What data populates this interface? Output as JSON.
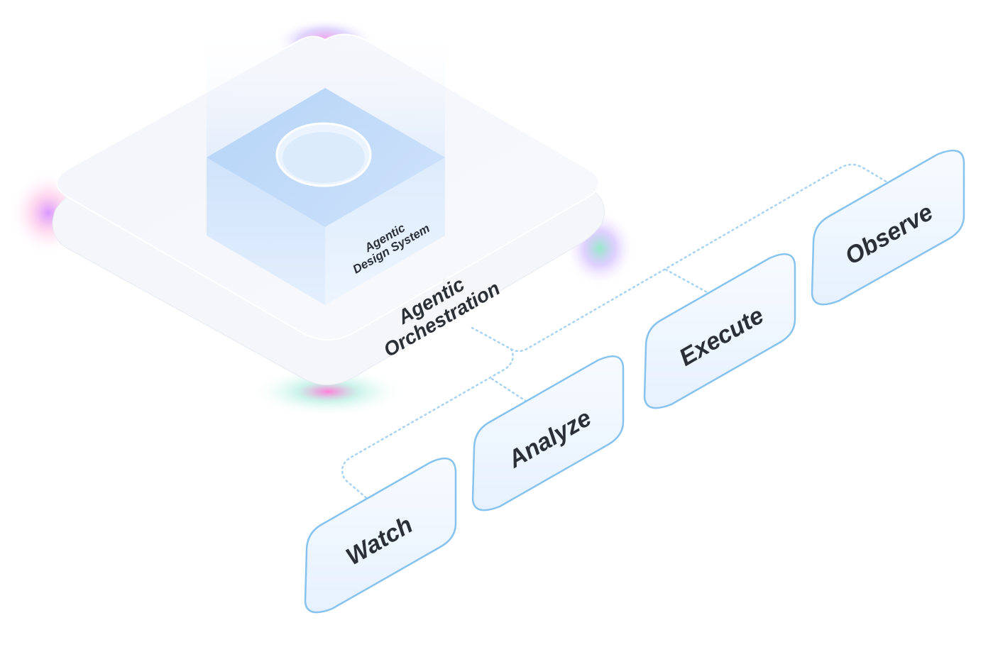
{
  "platform": {
    "label_line1": "Agentic",
    "label_line2": "Orchestration"
  },
  "core": {
    "label_line1": "Agentic",
    "label_line2": "Design System"
  },
  "steps": [
    {
      "label": "Watch"
    },
    {
      "label": "Analyze"
    },
    {
      "label": "Execute"
    },
    {
      "label": "Observe"
    }
  ],
  "colors": {
    "card_border": "#86c3ef",
    "connector": "#a7d3f2",
    "text": "#2b2f36",
    "core_blue": "#cfe3fb"
  }
}
